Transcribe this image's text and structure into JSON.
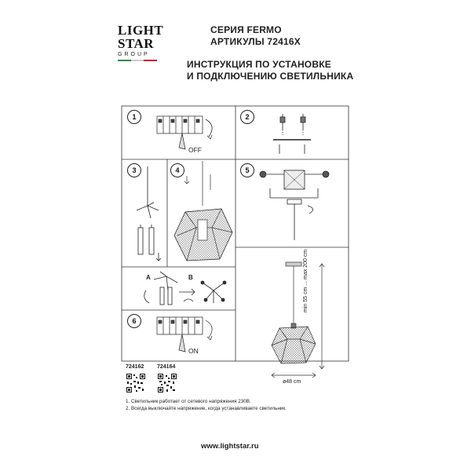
{
  "brand": {
    "line1": "LIGHT",
    "line2": "STAR",
    "line3": "GROUP",
    "flag_colors": [
      "#2e8b3e",
      "#ffffff",
      "#c8102e"
    ]
  },
  "header": {
    "series": "СЕРИЯ FERMO",
    "articles": "АРТИКУЛЫ 72416X",
    "title_line1": "ИНСТРУКЦИЯ ПО УСТАНОВКЕ",
    "title_line2": "И ПОДКЛЮЧЕНИЮ СВЕТИЛЬНИКА"
  },
  "steps": {
    "s1": "1",
    "s2": "2",
    "s3": "3",
    "s4": "4",
    "s5": "5",
    "s6": "6"
  },
  "labels": {
    "off": "OFF",
    "on": "ON",
    "a": "A",
    "b": "B",
    "height": "min 55 cm ... max 200 cm",
    "diameter": "ø48 cm"
  },
  "codes": {
    "code1": "724162",
    "code2": "724164"
  },
  "notes": {
    "n1": "1. Светильник работает от сетевого напряжения 230В.",
    "n2": "2. Всегда выключайте напряжение, когда устанавливаете светильник."
  },
  "footer": {
    "url": "www.lightstar.ru"
  }
}
